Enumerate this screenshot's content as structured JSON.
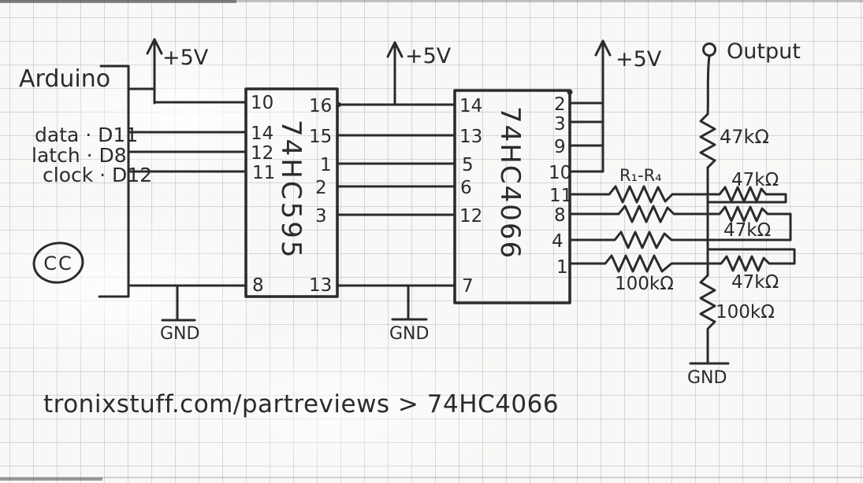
{
  "title": "Hand-drawn schematic: Arduino driving 74HC595 and 74HC4066 resistor ladder DAC",
  "ink_color": "#2b2b2b",
  "labels": {
    "arduino": "Arduino",
    "vcc": "+5V",
    "gnd": "GND",
    "output": "Output",
    "cc": "CC",
    "ladder_range": "R₁-R₄",
    "footer": "tronixstuff.com/partreviews > 74HC4066"
  },
  "arduino_pins": {
    "data": "data · D11",
    "latch": "latch · D8",
    "clock": "clock · D12"
  },
  "chips": {
    "shift_register": {
      "name": "74HC595",
      "left_pins": [
        "10",
        "14",
        "12",
        "11",
        "8"
      ],
      "right_pins": [
        "16",
        "15",
        "1",
        "2",
        "3",
        "13"
      ]
    },
    "analog_switch": {
      "name": "74HC4066",
      "left_pins": [
        "14",
        "13",
        "5",
        "6",
        "12",
        "7"
      ],
      "right_pins": [
        "2",
        "3",
        "9",
        "10",
        "11",
        "8",
        "4",
        "1"
      ]
    }
  },
  "resistors": {
    "r47": "47kΩ",
    "r100": "100kΩ"
  }
}
